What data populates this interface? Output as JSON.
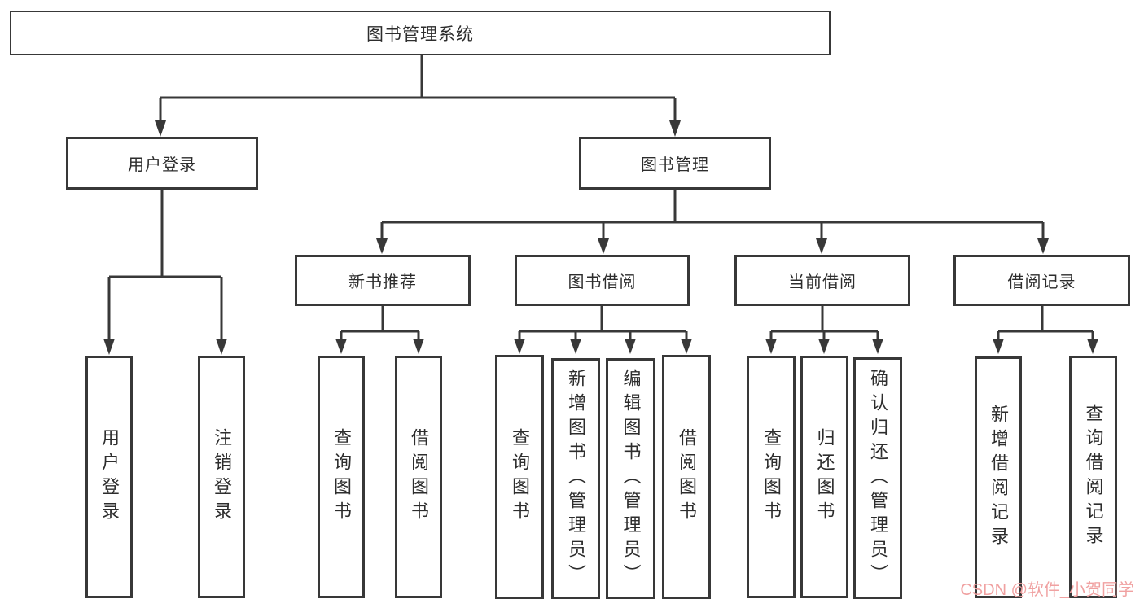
{
  "nodes": {
    "root": "图书管理系统",
    "user_login": "用户登录",
    "book_mgmt": "图书管理",
    "user_login_child1": "用户登录",
    "user_login_child2": "注销登录",
    "new_book": "新书推荐",
    "new_book_child1": "查询图书",
    "new_book_child2": "借阅图书",
    "borrow": "图书借阅",
    "borrow_child1": "查询图书",
    "borrow_child2": "新增图书（管理员）",
    "borrow_child3": "编辑图书（管理员）",
    "borrow_child4": "借阅图书",
    "current": "当前借阅",
    "current_child1": "查询图书",
    "current_child2": "归还图书",
    "current_child3": "确认归还（管理员）",
    "records": "借阅记录",
    "records_child1": "新增借阅记录",
    "records_child2": "查询借阅记录"
  },
  "watermark": {
    "text": "CSDN @软件_小贺同学",
    "color": "#f0a1a1"
  },
  "colors": {
    "line": "#383838",
    "box_border": "#383838",
    "text": "#2d2d2d",
    "background": "#ffffff"
  }
}
